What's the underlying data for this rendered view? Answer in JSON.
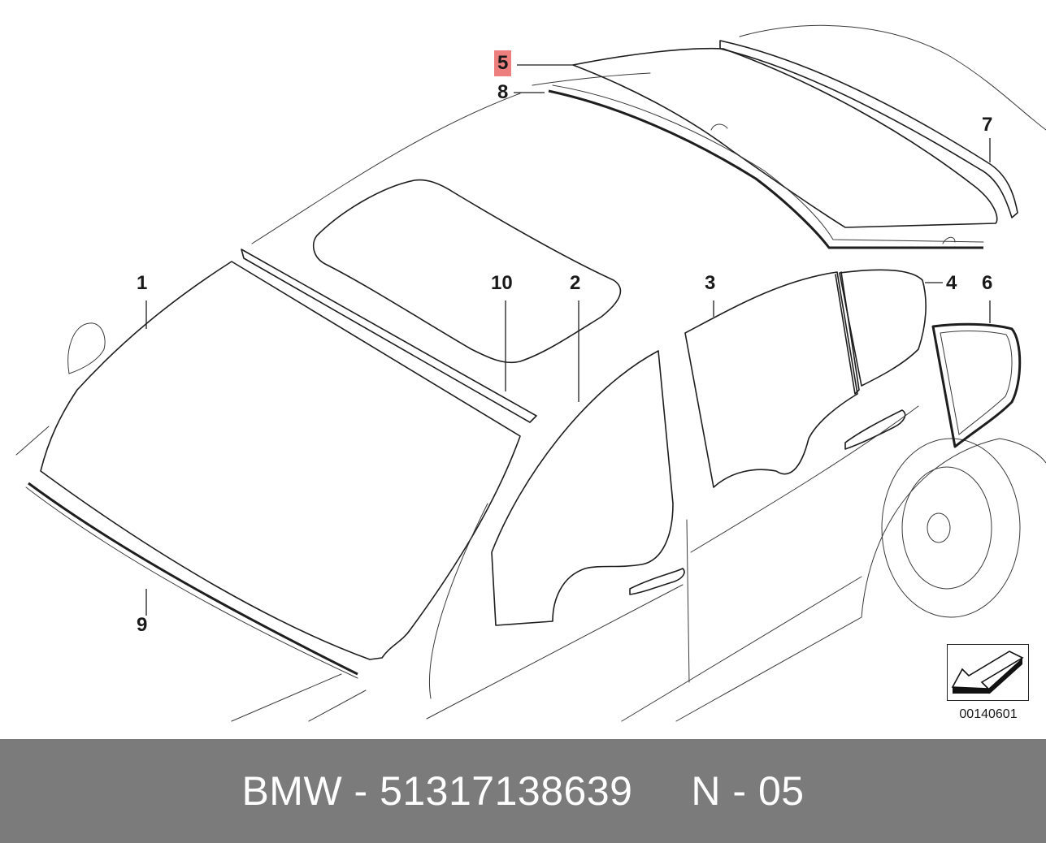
{
  "diagram": {
    "callouts": [
      {
        "id": "1",
        "label": "1",
        "highlighted": false
      },
      {
        "id": "2",
        "label": "2",
        "highlighted": false
      },
      {
        "id": "3",
        "label": "3",
        "highlighted": false
      },
      {
        "id": "4",
        "label": "4",
        "highlighted": false
      },
      {
        "id": "5",
        "label": "5",
        "highlighted": true
      },
      {
        "id": "6",
        "label": "6",
        "highlighted": false
      },
      {
        "id": "7",
        "label": "7",
        "highlighted": false
      },
      {
        "id": "8",
        "label": "8",
        "highlighted": false
      },
      {
        "id": "9",
        "label": "9",
        "highlighted": false
      },
      {
        "id": "10",
        "label": "10",
        "highlighted": false
      }
    ],
    "reference_code": "00140601",
    "reference_icon": "direction-arrow-icon",
    "highlight_color": "#ee7f7f"
  },
  "footer": {
    "text": "BMW - 51317138639     N - 05",
    "background_color": "#7b7b7b",
    "text_color": "#ffffff"
  }
}
